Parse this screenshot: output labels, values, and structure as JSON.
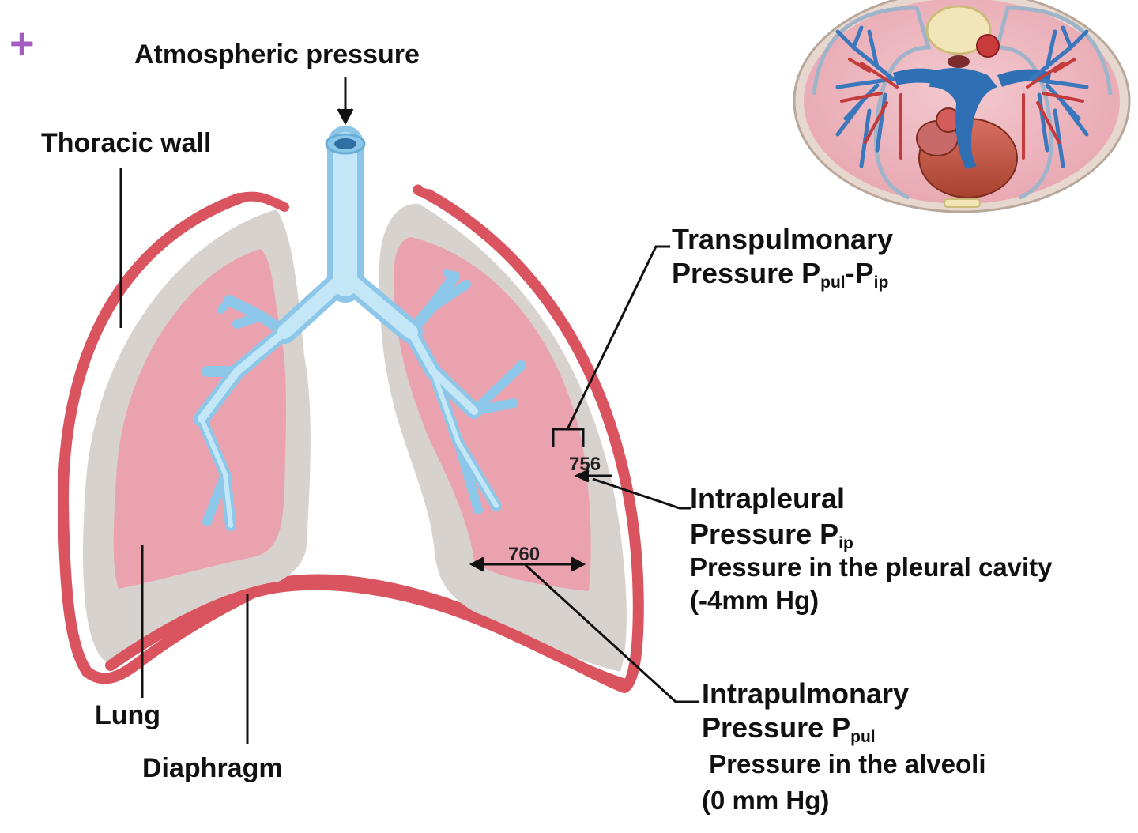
{
  "labels": {
    "plus": "+",
    "atmospheric": "Atmospheric pressure",
    "thoracic_wall": "Thoracic wall",
    "lung": "Lung",
    "diaphragm": "Diaphragm",
    "transpulmonary_1": "Transpulmonary",
    "transpulmonary_2_prefix": "Pressure P",
    "transpulmonary_sub1": "pul",
    "transpulmonary_mid": "-P",
    "transpulmonary_sub2": "ip",
    "intrapleural_1": "Intrapleural",
    "intrapleural_2_prefix": "Pressure P",
    "intrapleural_sub": "ip",
    "intrapleural_desc": "Pressure in the pleural cavity",
    "intrapleural_value": "(-4mm Hg)",
    "intrapulmonary_1": "Intrapulmonary",
    "intrapulmonary_2_prefix": "Pressure P",
    "intrapulmonary_sub": "pul",
    "intrapulmonary_desc": " Pressure in the alveoli",
    "intrapulmonary_value": "(0 mm Hg)"
  },
  "values": {
    "intrapleural_mmhg": "756",
    "intrapulmonary_mmhg": "760"
  },
  "colors": {
    "thoracic_wall": "#d9545e",
    "pleural_cavity": "#d8d2cf",
    "lung": "#eaa3ae",
    "airway": "#a9d8f3",
    "leader_line": "#111111",
    "plus_icon": "#a55cc0"
  }
}
